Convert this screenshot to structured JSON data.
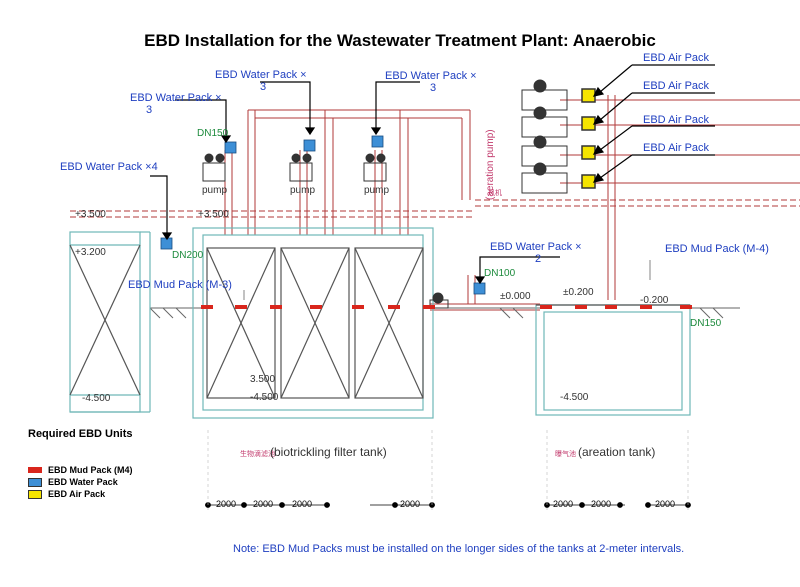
{
  "title": "EBD Installation for the Wastewater Treatment Plant: Anaerobic",
  "callouts": {
    "water_pack_x3_left": [
      "EBD Water Pack ×",
      "3"
    ],
    "water_pack_x3_mid": [
      "EBD Water Pack ×",
      "3"
    ],
    "water_pack_x3_right": [
      "EBD Water Pack ×",
      "3"
    ],
    "water_pack_x4": "EBD Water Pack ×4",
    "water_pack_x2": [
      "EBD Water Pack ×",
      "2"
    ],
    "mud_pack_m3": "EBD Mud Pack (M-3)",
    "mud_pack_m4": "EBD Mud Pack (M-4)",
    "air_pack": "EBD Air Pack"
  },
  "cad_labels": {
    "dn150_top": "DN150",
    "dn200": "DN200",
    "dn100": "DN100",
    "dn150_right": "DN150",
    "pump": "pump",
    "aeration_pump": "(aeration pump)",
    "lvl_p3500": "+3.500",
    "lvl_p3200": "+3.200",
    "lvl_m4500": "-4.500",
    "lvl_m3500": "3.500",
    "lvl_0": "±0.000",
    "lvl_p0200": "±0.200",
    "lvl_m0200": "-0.200",
    "biotrickling": "(biotrickling  filter  tank)",
    "aeration_tank": "(areation  tank)",
    "cn_biotrickling": "生物滴滤池",
    "cn_aeration": "曝气池",
    "cn_fan": "风机"
  },
  "dimensions": [
    "2000",
    "2000",
    "2000",
    "2000",
    "2000",
    "2000",
    "2000"
  ],
  "legend": {
    "title": "Required EBD Units",
    "items": [
      {
        "label": "EBD Mud Pack (M4)",
        "color": "#d9261c"
      },
      {
        "label": "EBD Water Pack",
        "color": "#3d8fd6"
      },
      {
        "label": "EBD Air Pack",
        "color": "#f5e400"
      }
    ]
  },
  "note": "Note: EBD Mud Packs must be installed on the longer sides of the tanks at 2-meter intervals.",
  "colors": {
    "mud": "#d9261c",
    "water": "#3d8fd6",
    "air": "#f5e400",
    "pipe": "#b03a3a",
    "tank": "#6fb7b7",
    "callout": "#1f3fc0"
  }
}
